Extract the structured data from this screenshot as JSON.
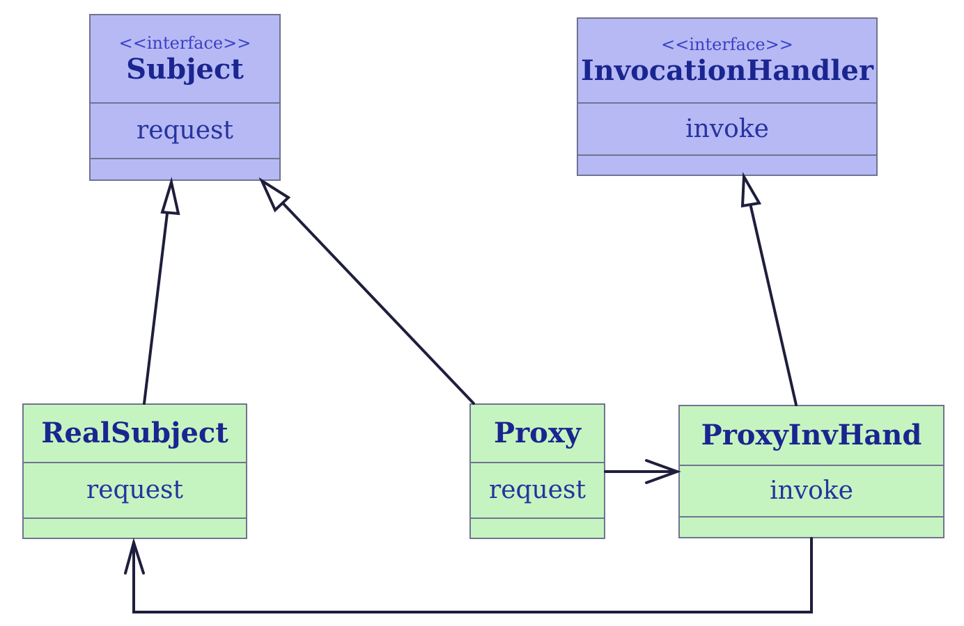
{
  "diagram": {
    "colors": {
      "interface_fill": "#b7b9f4",
      "class_fill": "#c6f4c0",
      "border": "#6f7390",
      "text": "#1a2590",
      "line": "#1e1e3c"
    },
    "classes": {
      "subject": {
        "stereotype": "<<interface>>",
        "name": "Subject",
        "operation": "request"
      },
      "invocation_handler": {
        "stereotype": "<<interface>>",
        "name": "InvocationHandler",
        "operation": "invoke"
      },
      "real_subject": {
        "name": "RealSubject",
        "operation": "request"
      },
      "proxy": {
        "name": "Proxy",
        "operation": "request"
      },
      "proxy_inv_hand": {
        "name": "ProxyInvHand",
        "operation": "invoke"
      }
    },
    "relationships": [
      {
        "from": "RealSubject",
        "to": "Subject",
        "kind": "realization"
      },
      {
        "from": "Proxy",
        "to": "Subject",
        "kind": "realization"
      },
      {
        "from": "ProxyInvHand",
        "to": "InvocationHandler",
        "kind": "realization"
      },
      {
        "from": "Proxy",
        "to": "ProxyInvHand",
        "kind": "association"
      },
      {
        "from": "ProxyInvHand",
        "to": "RealSubject",
        "kind": "association"
      }
    ]
  }
}
